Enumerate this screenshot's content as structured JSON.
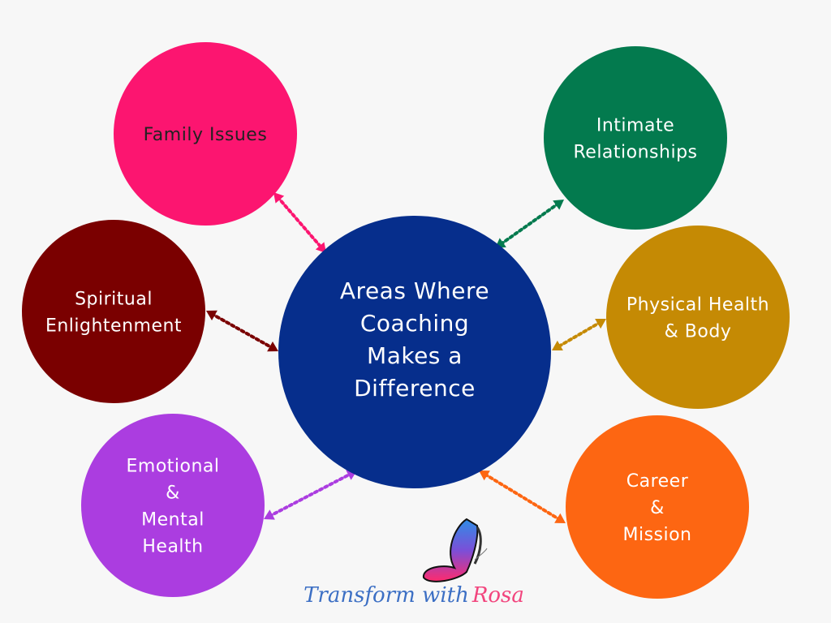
{
  "center": {
    "lines": [
      "Areas Where",
      "Coaching",
      "Makes a",
      "Difference"
    ],
    "color": "#062e8c"
  },
  "areas": [
    {
      "id": "family",
      "lines": [
        "Family Issues"
      ],
      "color": "#fc1570",
      "text_color": "#222222"
    },
    {
      "id": "intimate",
      "lines": [
        "Intimate",
        "Relationships"
      ],
      "color": "#037a4e",
      "text_color": "#ffffff"
    },
    {
      "id": "spiritual",
      "lines": [
        "Spiritual",
        "Enlightenment"
      ],
      "color": "#7a0000",
      "text_color": "#ffffff"
    },
    {
      "id": "physical",
      "lines": [
        "Physical Health",
        "& Body"
      ],
      "color": "#c58a04",
      "text_color": "#ffffff"
    },
    {
      "id": "emotional",
      "lines": [
        "Emotional",
        "&",
        "Mental",
        "Health"
      ],
      "color": "#ab3de0",
      "text_color": "#ffffff"
    },
    {
      "id": "career",
      "lines": [
        "Career",
        "&",
        "Mission"
      ],
      "color": "#fd6612",
      "text_color": "#ffffff"
    }
  ],
  "logo": {
    "text_part1": "Transform with",
    "text_part2": "Rosa",
    "icon": "butterfly-icon"
  }
}
